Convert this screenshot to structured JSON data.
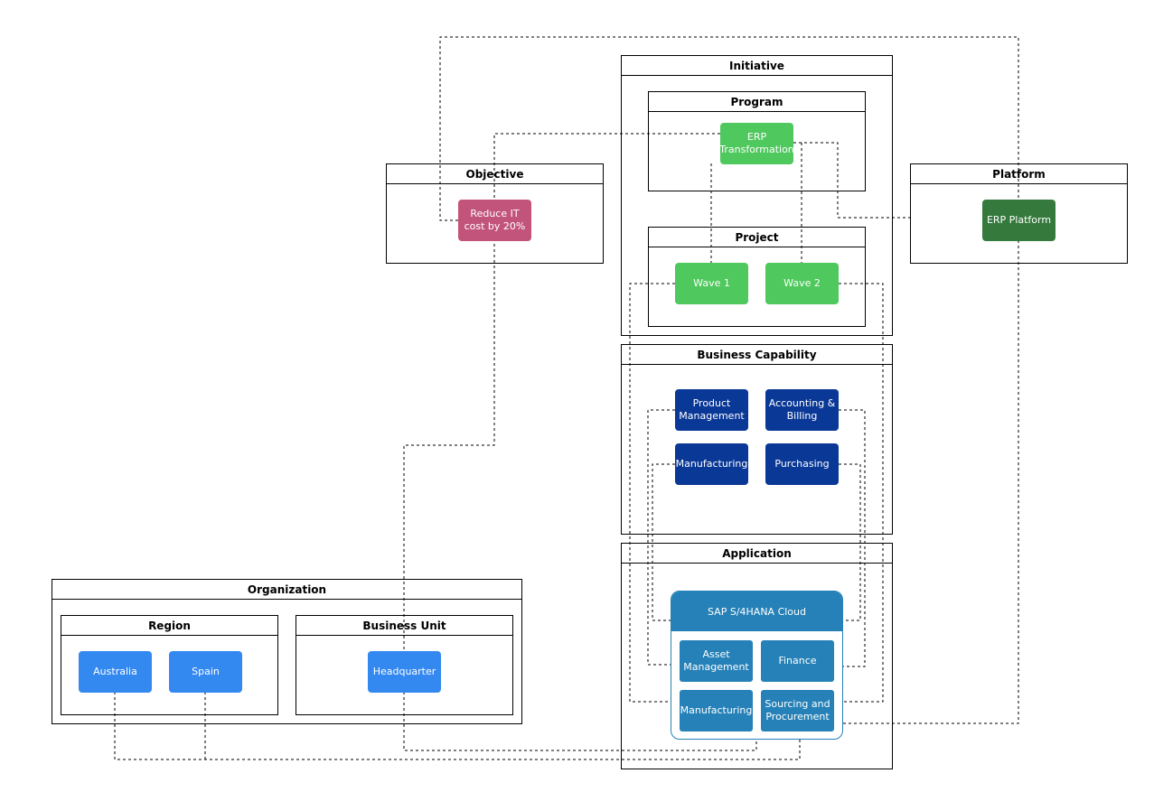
{
  "containers": {
    "initiative": "Initiative",
    "program": "Program",
    "project": "Project",
    "objective": "Objective",
    "platform": "Platform",
    "business_capability": "Business Capability",
    "application": "Application",
    "organization": "Organization",
    "region": "Region",
    "business_unit": "Business Unit"
  },
  "nodes": {
    "erp_transformation": "ERP Transformation",
    "reduce_it_cost": "Reduce IT cost by 20%",
    "erp_platform": "ERP Platform",
    "wave_1": "Wave 1",
    "wave_2": "Wave 2",
    "product_management": "Product Management",
    "accounting_billing": "Accounting & Billing",
    "manufacturing_cap": "Manufacturing",
    "purchasing": "Purchasing",
    "sap_cloud": "SAP S/4HANA Cloud",
    "asset_management": "Asset Management",
    "finance": "Finance",
    "manufacturing_app": "Manufacturing",
    "sourcing_procurement": "Sourcing and Procurement",
    "australia": "Australia",
    "spain": "Spain",
    "headquarter": "Headquarter"
  },
  "colors": {
    "green": "#4fc85d",
    "pink": "#c2547c",
    "dark_green": "#357a3c",
    "navy": "#0a3896",
    "blue": "#3489f0",
    "sap_blue": "#2581b7"
  }
}
